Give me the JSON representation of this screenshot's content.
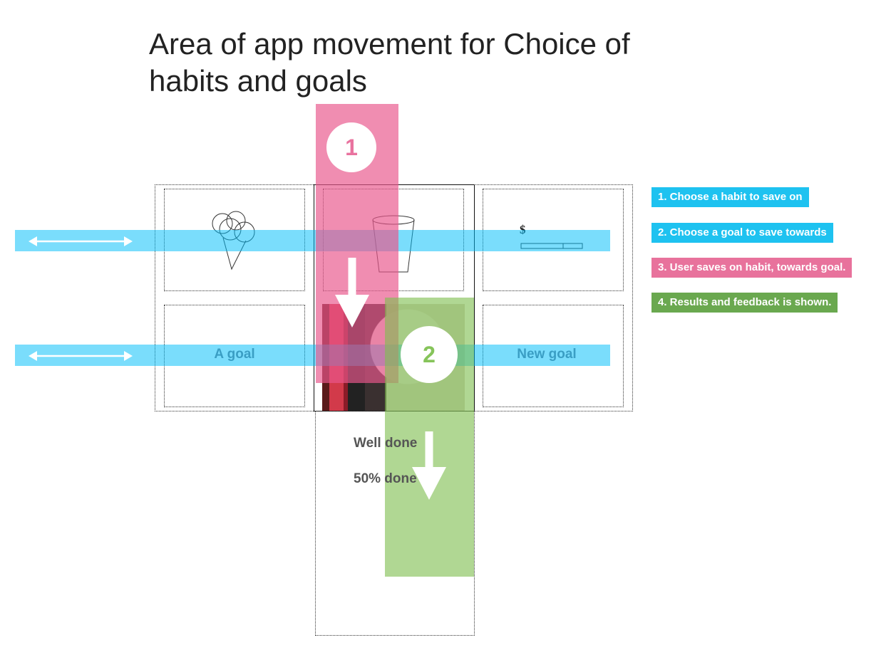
{
  "title": "Area of app movement for Choice of habits and goals",
  "markers": {
    "step1": "1",
    "step2": "2"
  },
  "goals": {
    "left_label": "A goal",
    "right_label": "New goal"
  },
  "habit_card": {
    "currency_symbol": "$"
  },
  "feedback": {
    "line1": "Well done",
    "line2": "50% done"
  },
  "legend": [
    {
      "text": "1. Choose a habit to save on",
      "color": "#1ec2f0"
    },
    {
      "text": "2. Choose a goal to save towards",
      "color": "#1ec2f0"
    },
    {
      "text": "3. User saves on habit, towards goal.",
      "color": "#e8729c"
    },
    {
      "text": "4. Results and feedback is shown.",
      "color": "#6aa84f"
    }
  ],
  "icons": [
    "ice-cream-icon",
    "cup-icon",
    "progress-bar-icon",
    "double-arrow-icon",
    "down-arrow-icon"
  ]
}
